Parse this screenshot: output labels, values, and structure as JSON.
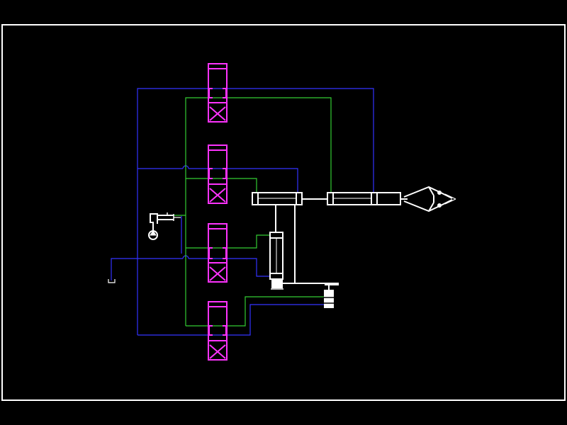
{
  "diagram": {
    "background": "#000000",
    "colors": {
      "frame": "#ffffff",
      "valve": "#ff33ff",
      "pressure_line": "#3333ff",
      "return_line": "#33cc33",
      "mechanism": "#ffffff"
    },
    "valve_count": 4,
    "components": [
      "directional-valve-1",
      "directional-valve-2",
      "directional-valve-3",
      "directional-valve-4",
      "horizontal-cylinder-left",
      "horizontal-cylinder-right",
      "vertical-cylinder",
      "gripper",
      "pump",
      "pressure-regulator",
      "reservoir"
    ]
  }
}
